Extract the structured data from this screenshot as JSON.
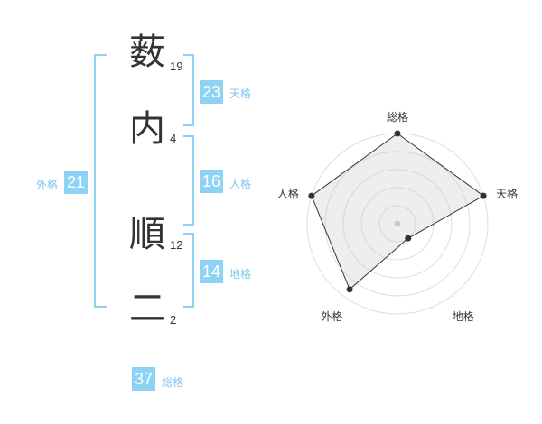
{
  "name": {
    "characters": [
      {
        "char": "薮",
        "strokes": "19"
      },
      {
        "char": "内",
        "strokes": "4"
      },
      {
        "char": "順",
        "strokes": "12"
      },
      {
        "char": "二",
        "strokes": "2"
      }
    ]
  },
  "kaku": {
    "tenkaku": {
      "value": "23",
      "label": "天格"
    },
    "jinkaku": {
      "value": "16",
      "label": "人格"
    },
    "chikaku": {
      "value": "14",
      "label": "地格"
    },
    "gaikaku": {
      "value": "21",
      "label": "外格"
    },
    "soukaku": {
      "value": "37",
      "label": "総格"
    }
  },
  "colors": {
    "accent": "#8fd3f4",
    "bracket": "#8fd3f4",
    "label": "#7ec6ef",
    "text": "#333333"
  },
  "chart_data": {
    "type": "radar",
    "axes": [
      "総格",
      "天格",
      "地格",
      "外格",
      "人格"
    ],
    "values": [
      1.0,
      1.0,
      0.2,
      0.9,
      1.0
    ],
    "max": 1.0,
    "rings": 5,
    "grid": true
  }
}
